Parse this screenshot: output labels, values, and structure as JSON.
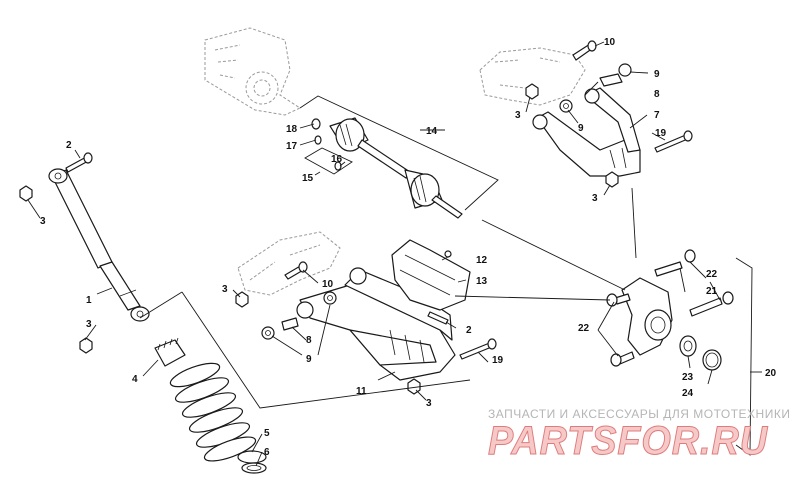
{
  "diagram": {
    "callouts": [
      "1",
      "2",
      "3",
      "4",
      "5",
      "6",
      "7",
      "8",
      "9",
      "10",
      "11",
      "12",
      "13",
      "14",
      "15",
      "16",
      "17",
      "18",
      "19",
      "20",
      "21",
      "22",
      "23",
      "24"
    ]
  },
  "watermark": {
    "top_text": "ЗАПЧАСТИ И АКСЕССУАРЫ ДЛЯ МОТОТЕХНИКИ",
    "logo_text": "PARTSFOR.RU"
  }
}
